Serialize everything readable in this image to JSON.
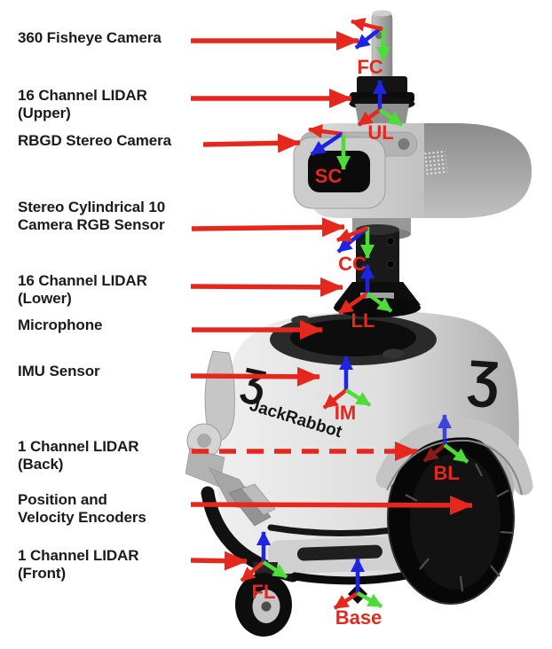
{
  "diagram": {
    "background": "#ffffff",
    "sensor_labels": [
      {
        "line1": "360 Fisheye Camera",
        "line2": ""
      },
      {
        "line1": "16 Channel LIDAR",
        "line2": "(Upper)"
      },
      {
        "line1": "RBGD Stereo Camera",
        "line2": ""
      },
      {
        "line1": "Stereo Cylindrical 10",
        "line2": "Camera RGB Sensor"
      },
      {
        "line1": "16 Channel LIDAR",
        "line2": "(Lower)"
      },
      {
        "line1": "Microphone",
        "line2": ""
      },
      {
        "line1": "IMU Sensor",
        "line2": ""
      },
      {
        "line1": "1 Channel LIDAR",
        "line2": "(Back)"
      },
      {
        "line1": "Position and",
        "line2": "Velocity Encoders"
      },
      {
        "line1": "1 Channel LIDAR",
        "line2": "(Front)"
      }
    ],
    "frame_labels": {
      "fc": "FC",
      "ul": "UL",
      "sc": "SC",
      "cc": "CC",
      "ll": "LL",
      "im": "IM",
      "bl": "BL",
      "fl": "FL",
      "base": "Base"
    },
    "colors": {
      "pointer_red": "#e5271d",
      "axis_red": "#e5271d",
      "axis_green": "#4ddc38",
      "axis_blue": "#1f24e4",
      "label_text": "#1b1b1b"
    },
    "pointer_styles": {
      "back_lidar_pointer": "dashed",
      "others": "solid"
    }
  },
  "robot": {
    "logo_text": "JackRabbot",
    "logo_glyph": "Ʒ"
  }
}
